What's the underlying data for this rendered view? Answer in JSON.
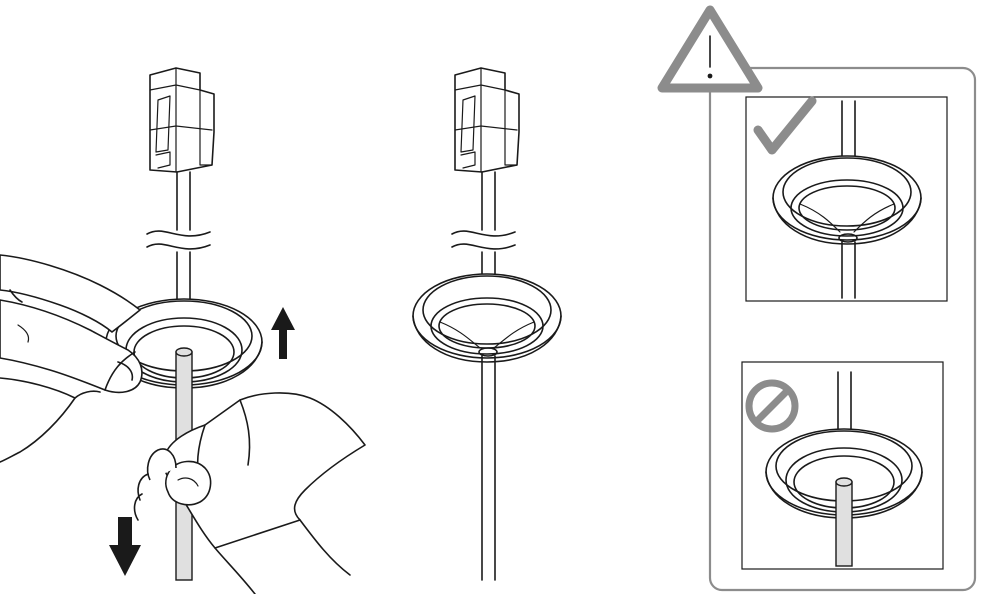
{
  "colors": {
    "ink": "#1a1a1a",
    "gray": "#8c8c8c",
    "cable_fill": "#e0e0e0",
    "background": "#ffffff"
  },
  "icons": {
    "warning": "warning-triangle-icon",
    "correct": "checkmark-icon",
    "incorrect": "prohibited-icon",
    "direction_up": "arrow-up-icon",
    "direction_down": "arrow-down-icon"
  },
  "panels": [
    {
      "name": "step-pull-cable",
      "content": "hands-pulling-cable-through-grommet"
    },
    {
      "name": "result-installed",
      "content": "grommet-seated-on-cable"
    },
    {
      "name": "warning-correct",
      "mark": "checkmark-icon"
    },
    {
      "name": "warning-incorrect",
      "mark": "prohibited-icon"
    }
  ]
}
